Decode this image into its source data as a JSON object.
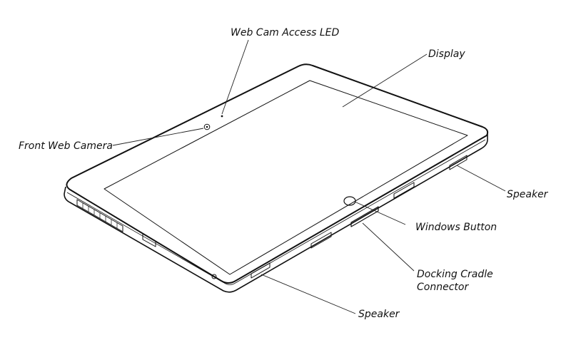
{
  "callouts": {
    "web_cam_led": "Web Cam Access LED",
    "display": "Display",
    "front_web_camera": "Front Web Camera",
    "speaker_right": "Speaker",
    "windows_button": "Windows Button",
    "docking_cradle_line1": "Docking Cradle",
    "docking_cradle_line2": "Connector",
    "speaker_bottom": "Speaker"
  },
  "colors": {
    "line": "#111111",
    "text": "#111111"
  }
}
